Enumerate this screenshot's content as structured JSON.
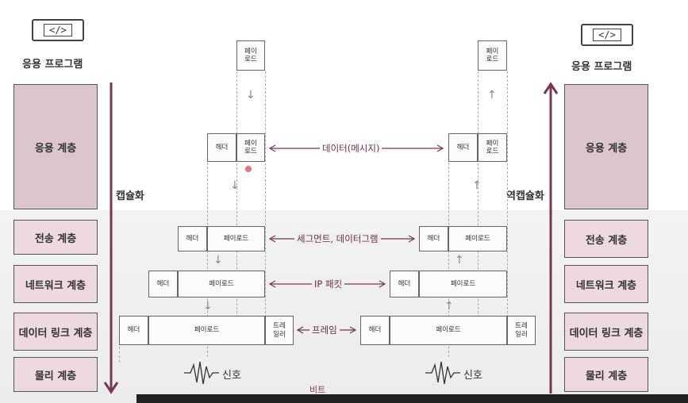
{
  "left": {
    "app_title": "응용 프로그램",
    "icon": "code-icon",
    "icon_text": "</>",
    "layers": [
      "응용 계층",
      "전송 계층",
      "네트워크 계층",
      "데이터 링크 계층",
      "물리 계층"
    ],
    "side_label": "캡슐화"
  },
  "right": {
    "app_title": "응용 프로그램",
    "icon": "code-icon",
    "icon_text": "</>",
    "layers": [
      "응용 계층",
      "전송 계층",
      "네트워크 계층",
      "데이터 링크 계층",
      "물리 계층"
    ],
    "side_label": "역캡슐화"
  },
  "cells": {
    "payload_small": "페이\n로드",
    "header": "헤더",
    "payload": "페이로드",
    "trailer": "트레\n일러"
  },
  "mid_labels": {
    "app": "데이터(메시지)",
    "transport": "세그먼트, 데이터그램",
    "network": "IP 패킷",
    "datalink": "프레임",
    "physical_left": "신호",
    "physical_right": "신호",
    "bit": "비트"
  },
  "colors": {
    "app_layer_fill": "#dcc6cd",
    "layer_fill": "#eed9de",
    "arrow_color": "#7a3550",
    "label_color": "#6a2f46"
  }
}
